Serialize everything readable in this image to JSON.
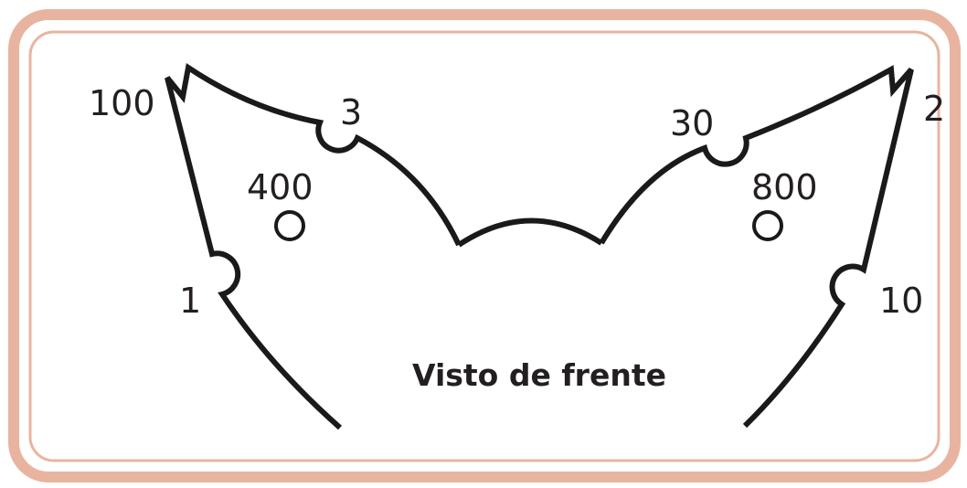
{
  "diagram": {
    "caption": "Visto de frente",
    "colors": {
      "frame": "#e8b4a0",
      "stroke": "#1a1a1a",
      "text": "#231f20"
    },
    "tooth_labels": {
      "upper_left_outer": "100",
      "upper_left_inner": "3",
      "left_lower": "1",
      "left_circle": "400",
      "upper_right_inner": "30",
      "upper_right_outer": "2",
      "right_circle": "800",
      "right_lower": "10"
    }
  }
}
